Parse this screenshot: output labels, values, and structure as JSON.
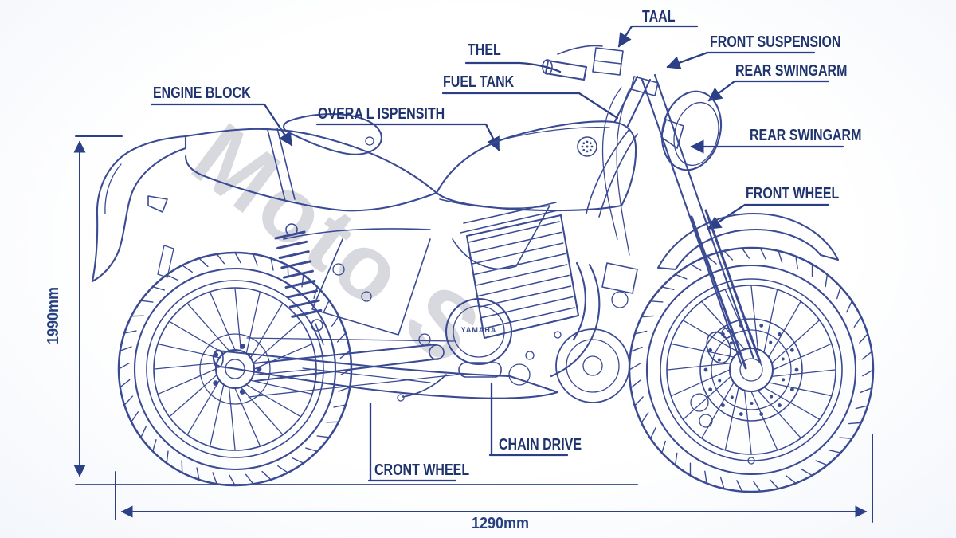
{
  "diagram": {
    "labels": {
      "taal": "TAAL",
      "thel": "THEL",
      "front_suspension": "FRONT SUSPENSION",
      "rear_swingarm_upper": "REAR SWINGARM",
      "rear_swingarm_lower": "REAR SWINGARM",
      "fuel_tank": "FUEL TANK",
      "overall": "OVERA L ISPENSITH",
      "engine_block": "ENGINE BLOCK",
      "front_wheel": "FRONT WHEEL",
      "chain_drive": "CHAIN DRIVE",
      "cront_wheel": "CRONT WHEEL"
    },
    "dimensions": {
      "height": "1990mm",
      "length": "1290mm"
    },
    "watermark": "Moto S",
    "engine_badge": "YAMAHA",
    "colors": {
      "line": "#3a4a93",
      "text": "#1f336f",
      "dimension": "#2b4086",
      "background": "#fcfdff"
    }
  }
}
